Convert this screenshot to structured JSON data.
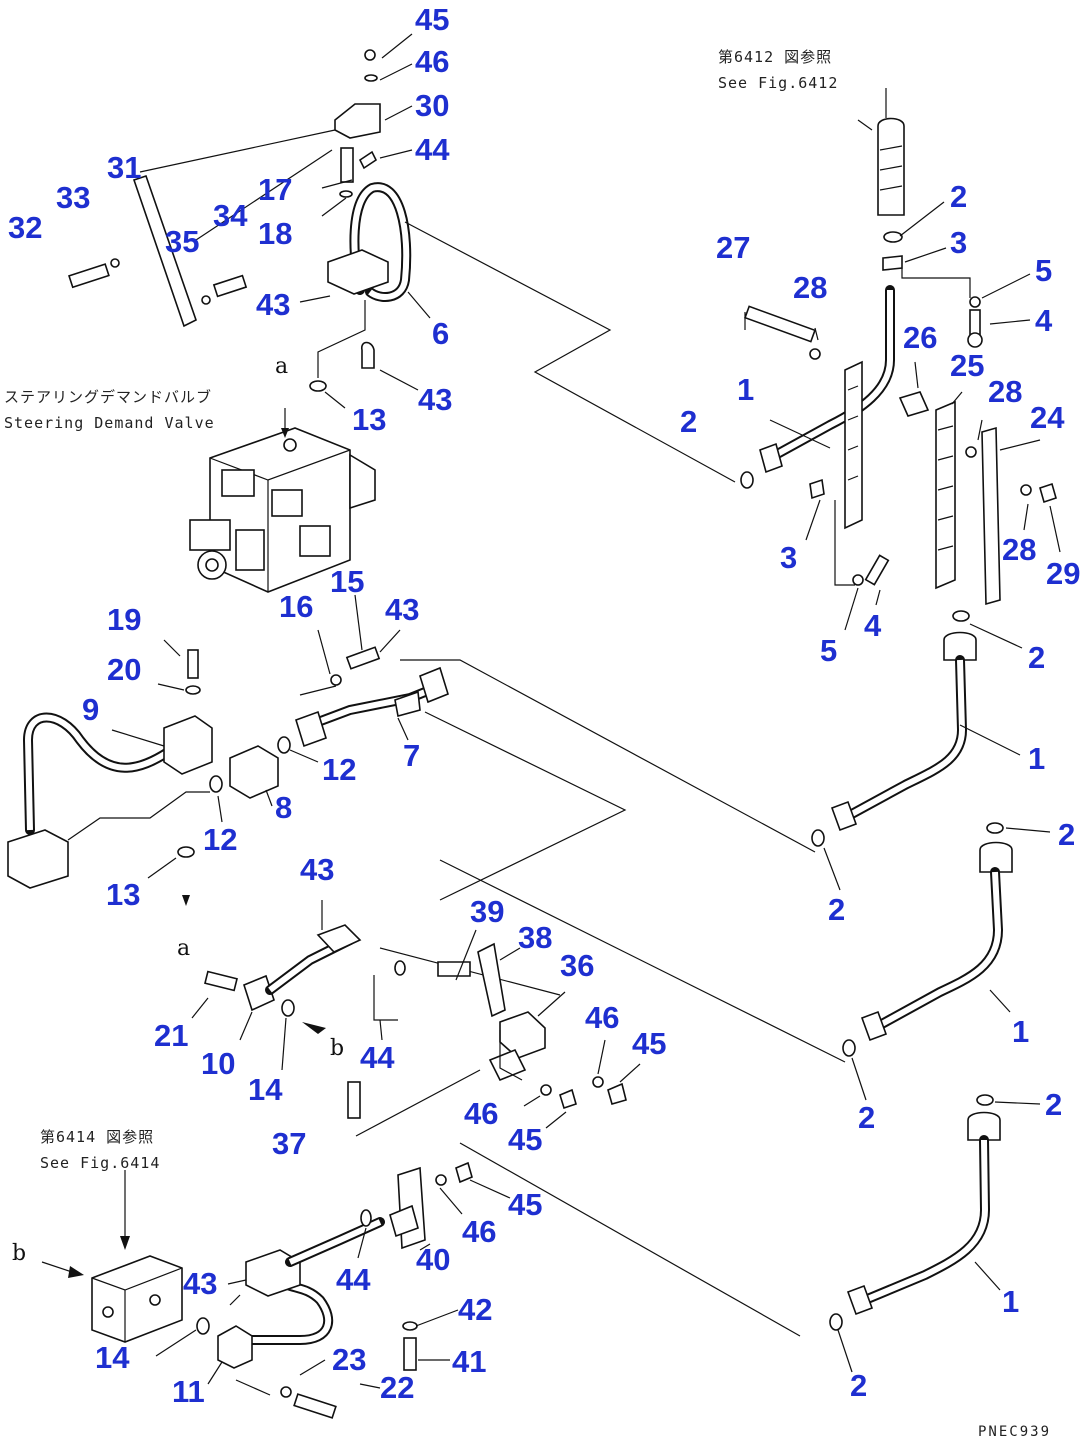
{
  "parts": {
    "p45a": "45",
    "p46a": "46",
    "p30": "30",
    "p44a": "44",
    "p17": "17",
    "p18": "18",
    "p31": "31",
    "p33": "33",
    "p32": "32",
    "p34": "34",
    "p35": "35",
    "p43a": "43",
    "p6": "6",
    "p43b": "43",
    "p13a": "13",
    "p2a": "2",
    "p3a": "3",
    "p5a": "5",
    "p4a": "4",
    "p27": "27",
    "p28a": "28",
    "p1a": "1",
    "p26": "26",
    "p25": "25",
    "p28b": "28",
    "p24": "24",
    "p2b": "2",
    "p3b": "3",
    "p28c": "28",
    "p29": "29",
    "p5b": "5",
    "p4b": "4",
    "p2c": "2",
    "p19": "19",
    "p16": "16",
    "p15": "15",
    "p43c": "43",
    "p20": "20",
    "p9": "9",
    "p12a": "12",
    "p7": "7",
    "p8": "8",
    "p12b": "12",
    "p13b": "13",
    "p1b": "1",
    "p2d": "2",
    "p2e": "2",
    "p43d": "43",
    "p39": "39",
    "p38": "38",
    "p36": "36",
    "p46b": "46",
    "p45b": "45",
    "p21": "21",
    "p10": "10",
    "p14a": "14",
    "p44b": "44",
    "p1c": "1",
    "p2f": "2",
    "p46c": "46",
    "p45c": "45",
    "p37": "37",
    "p2g": "2",
    "p45d": "45",
    "p46d": "46",
    "p40": "40",
    "p43e": "43",
    "p44c": "44",
    "p42": "42",
    "p14b": "14",
    "p23": "23",
    "p41": "41",
    "p11": "11",
    "p22": "22",
    "p1d": "1",
    "p2h": "2"
  },
  "notes": {
    "ref_6412_jp": "第6412 図参照",
    "ref_6412_en": "See Fig.6412",
    "valve_jp": "ステアリングデマンドバルブ",
    "valve_en": "Steering Demand Valve",
    "ref_6414_jp": "第6414 図参照",
    "ref_6414_en": "See Fig.6414",
    "letter_a1": "a",
    "letter_a2": "a",
    "letter_b1": "b",
    "letter_b2": "b",
    "code": "PNEC939"
  }
}
